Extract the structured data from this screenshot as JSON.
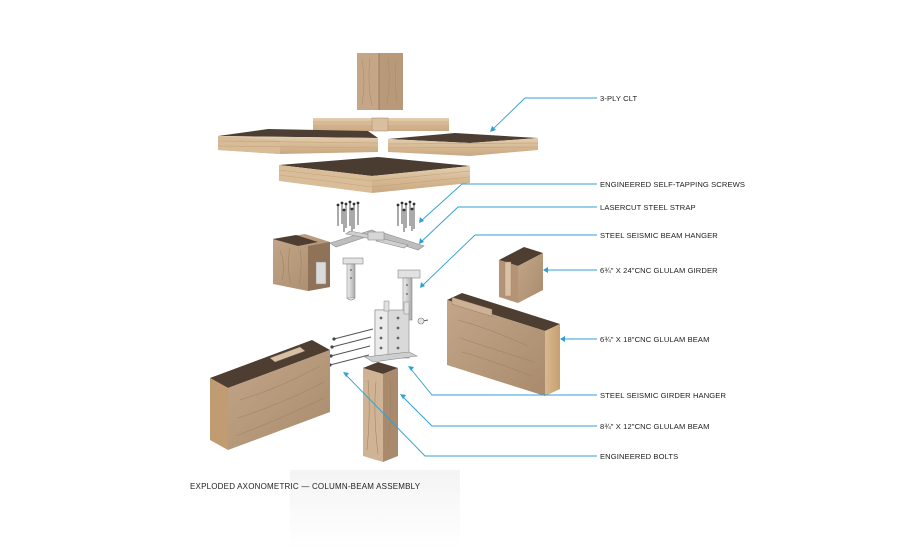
{
  "diagram": {
    "caption": "EXPLODED AXONOMETRIC — COLUMN-BEAM ASSEMBLY",
    "colors": {
      "leader": "#2fa0d2",
      "wood_light": "#dcc3a1",
      "wood_mid": "#b59272",
      "wood_dark": "#4e3f33",
      "steel": "#c9c9c9"
    },
    "callouts": [
      {
        "id": "clt",
        "label": "3-PLY CLT"
      },
      {
        "id": "screws",
        "label": "ENGINEERED SELF-TAPPING SCREWS"
      },
      {
        "id": "strap",
        "label": "LASERCUT STEEL STRAP"
      },
      {
        "id": "beam-hanger",
        "label": "STEEL SEISMIC BEAM HANGER"
      },
      {
        "id": "girder-24",
        "label": "6¾\" X 24\"CNC GLULAM GIRDER"
      },
      {
        "id": "beam-18",
        "label": "6¾\" X 18\"CNC GLULAM BEAM"
      },
      {
        "id": "girder-hanger",
        "label": "STEEL SEISMIC GIRDER HANGER"
      },
      {
        "id": "beam-12",
        "label": "8¾\" X 12\"CNC GLULAM BEAM"
      },
      {
        "id": "bolts",
        "label": "ENGINEERED BOLTS"
      }
    ]
  }
}
